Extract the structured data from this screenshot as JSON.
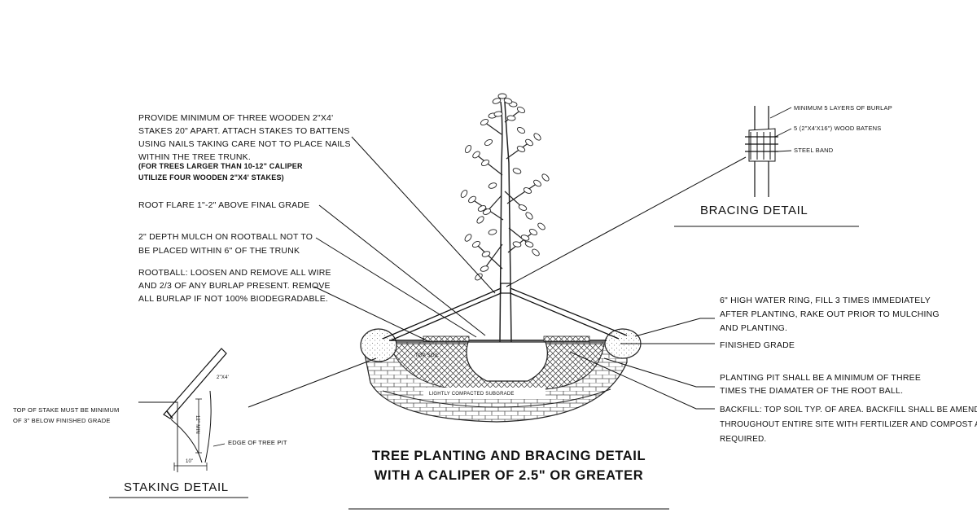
{
  "title": {
    "line1": "TREE PLANTING AND BRACING DETAIL",
    "line2": "WITH A CALIPER OF 2.5\" OR GREATER"
  },
  "bracing_detail": {
    "heading": "BRACING DETAIL",
    "labels": {
      "burlap": "MINIMUM 5 LAYERS OF BURLAP",
      "batens": "5 (2\"X4'X16\") WOOD BATENS",
      "band": "STEEL BAND"
    }
  },
  "staking_detail": {
    "heading": "STAKING DETAIL",
    "top_of_stake": [
      "TOP OF STAKE MUST BE MINIMUM",
      "OF 3\" BELOW FINISHED GRADE"
    ],
    "edge_of_pit": "EDGE OF TREE PIT",
    "stake_size": "2\"X4'",
    "min_depth": "12\" MIN",
    "width": "10\""
  },
  "section_labels": {
    "top_soil": "TOP SOIL",
    "subgrade": "LIGHTLY COMPACTED SUBGRADE"
  },
  "notes_left": {
    "stakes": [
      "PROVIDE MINIMUM OF THREE WOODEN 2\"X4'",
      "STAKES 20\" APART. ATTACH STAKES TO BATTENS",
      "USING NAILS TAKING CARE NOT TO PLACE NAILS",
      "WITHIN THE TREE TRUNK."
    ],
    "stakes_large": [
      "(FOR TREES LARGER THAN 10-12\" CALIPER",
      "UTILIZE FOUR WOODEN 2\"X4' STAKES)"
    ],
    "root_flare": [
      "ROOT FLARE 1\"-2\" ABOVE FINAL GRADE"
    ],
    "mulch": [
      "2\" DEPTH MULCH ON ROOTBALL NOT TO",
      "BE PLACED WITHIN 6\" OF THE TRUNK"
    ],
    "rootball": [
      "ROOTBALL: LOOSEN AND REMOVE ALL WIRE",
      "AND 2/3 OF ANY BURLAP PRESENT. REMOVE",
      "ALL BURLAP IF NOT 100% BIODEGRADABLE."
    ]
  },
  "notes_right": {
    "water_ring": [
      "6\" HIGH WATER RING, FILL 3 TIMES IMMEDIATELY",
      "AFTER PLANTING, RAKE OUT PRIOR TO MULCHING",
      "AND PLANTING."
    ],
    "finished_grade": [
      "FINISHED GRADE"
    ],
    "planting_pit": [
      "PLANTING PIT SHALL BE A MINIMUM OF THREE",
      "TIMES THE DIAMATER OF THE ROOT BALL."
    ],
    "backfill": [
      "BACKFILL: TOP SOIL TYP. OF AREA. BACKFILL SHALL BE AMENDED",
      "THROUGHOUT ENTIRE SITE WITH FERTILIZER AND COMPOST AS",
      "REQUIRED."
    ]
  }
}
